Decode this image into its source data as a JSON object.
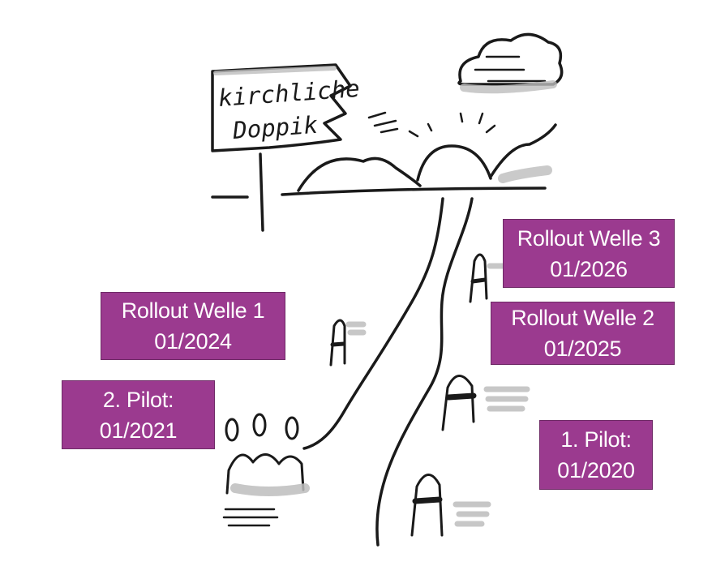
{
  "sign": {
    "line1": "kirchliche",
    "line2": "Doppik"
  },
  "milestones": {
    "welle3": {
      "title": "Rollout Welle 3",
      "date": "01/2026"
    },
    "welle2": {
      "title": "Rollout Welle 2",
      "date": "01/2025"
    },
    "welle1": {
      "title": "Rollout Welle 1",
      "date": "01/2024"
    },
    "pilot2": {
      "title": "2. Pilot:",
      "date": "01/2021"
    },
    "pilot1": {
      "title": "1. Pilot:",
      "date": "01/2020"
    }
  },
  "colors": {
    "milestone_box": "#9b3a8f",
    "ink": "#1a1a1a",
    "shade": "#c4c4c4"
  }
}
